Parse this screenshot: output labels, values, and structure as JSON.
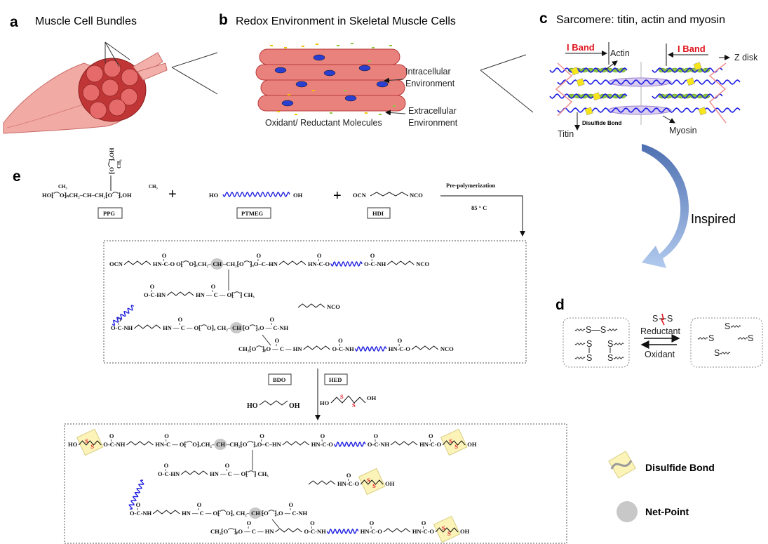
{
  "colors": {
    "muscle": "#e9827c",
    "muscle_dark": "#b83a3a",
    "titin": "#1a1ae6",
    "actin": "#8cc63f",
    "myosin": "#9b7fc8",
    "ptmeg": "#2020e0",
    "disulfide": "#e0141e",
    "disulfide_box": "#fbf3b8",
    "net_point": "#c8c8c8",
    "arrow": "#6d8fc8"
  },
  "panel_a": {
    "label": "a",
    "title": "Muscle Cell Bundles"
  },
  "panel_b": {
    "label": "b",
    "title": "Redox Environment in Skeletal Muscle Cells",
    "intracellular": [
      "Intracellular",
      "Environment"
    ],
    "extracellular": [
      "Extracellular",
      "Environment"
    ],
    "molecules": "Oxidant/ Reductant Molecules"
  },
  "panel_c": {
    "label": "c",
    "title": "Sarcomere: titin, actin and myosin",
    "i_band_left": "I Band",
    "i_band_right": "I Band",
    "actin": "Actin",
    "z_disk": "Z disk",
    "disulfide_bond": "Disulfide Bond",
    "titin": "Titin",
    "myosin": "Myosin"
  },
  "inspired": "Inspired",
  "panel_d": {
    "label": "d",
    "ss": "S",
    "ss2": "S",
    "reductant": "Reductant",
    "oxidant": "Oxidant",
    "left_box": [
      "S—S",
      "S",
      "S",
      "S",
      "S"
    ],
    "right_box": [
      "S",
      "S",
      "S",
      "S"
    ]
  },
  "panel_e": {
    "label": "e",
    "reactants": {
      "ppg_formula": "HO⁅⌒O⁆ₙCH₂–CH–CH₂⁅O⌒⁆ₓOH",
      "ppg_branch": "⁅O⌒⁆ₐOH",
      "ppg_branch_ch3": "CH₃",
      "ppg_ch3_left": "CH₃",
      "ppg_ch3_right": "CH₃",
      "plus": "+",
      "ptmeg_left": "HO",
      "ptmeg_right": "OH",
      "hdi_left": "OCN",
      "hdi_right": "NCO",
      "ppg_name": "PPG",
      "ptmeg_name": "PTMEG",
      "hdi_name": "HDI"
    },
    "condition": {
      "step": "Pre-polymerization",
      "temperature": "85 ° C"
    },
    "chain_extenders": {
      "bdo_name": "BDO",
      "hed_name": "HED",
      "bdo_left": "HO",
      "bdo_right": "OH",
      "hed_left": "HO",
      "hed_s1": "S",
      "hed_s2": "S",
      "hed_right": "OH"
    },
    "prepolymer": [
      [
        {
          "t": "OCN"
        },
        {
          "bond": "hexamethylene"
        },
        {
          "t": "HN-C-O"
        },
        {
          "t": " O⁅⌒O⁆ₓCH₂–"
        },
        {
          "t": "CH",
          "net": true
        },
        {
          "t": "–CH₂⁅O⌒⁆ₐO–C–HN"
        },
        {
          "bond": "hexamethylene"
        },
        {
          "t": "HN-C-O"
        },
        {
          "bond": "ptmeg"
        },
        {
          "t": "O-C-NH"
        },
        {
          "bond": "hexamethylene"
        },
        {
          "t": "NCO"
        }
      ],
      [
        {
          "t": "O-C-HN"
        },
        {
          "bond": "hexamethylene"
        },
        {
          "t": "HN — C — O⁅⌒⁆ CH₃"
        }
      ],
      [
        {
          "t": "O-C-NH"
        },
        {
          "bond": "hexamethylene"
        },
        {
          "t": "HN — C — O⁅⌒O⁆ₐ CH₂–"
        },
        {
          "t": "CH",
          "net": true
        },
        {
          "t": "⁅O⌒⁆ₓO — C-NH"
        }
      ],
      [
        {
          "bond": "hexamethylene"
        },
        {
          "t": "NCO"
        }
      ],
      [
        {
          "t": "CH₂⁅O⌒⁆ᵦO — C — HN"
        },
        {
          "bond": "hexamethylene"
        },
        {
          "t": "O-C-NH"
        },
        {
          "bond": "ptmeg"
        },
        {
          "t": "HN-C-O"
        },
        {
          "bond": "hexamethylene"
        },
        {
          "t": "NCO"
        }
      ]
    ],
    "polymer": [
      [
        {
          "t": "HO"
        },
        {
          "bond": "disulfide"
        },
        {
          "t": "O-C-NH"
        },
        {
          "bond": "hexamethylene"
        },
        {
          "t": "HN-C — O⁅⌒O⁆ₓCH₂–"
        },
        {
          "t": "CH",
          "net": true
        },
        {
          "t": "–CH₂⁅O⌒⁆ₐO–C–HN"
        },
        {
          "bond": "hexamethylene"
        },
        {
          "t": "HN-C-O"
        },
        {
          "bond": "ptmeg"
        },
        {
          "t": "O-C-NH"
        },
        {
          "bond": "hexamethylene"
        },
        {
          "t": "HN-C-O"
        },
        {
          "bond": "disulfide"
        },
        {
          "t": "OH"
        }
      ],
      [
        {
          "t": "O-C-HN"
        },
        {
          "bond": "hexamethylene"
        },
        {
          "t": "HN — C — O⁅⌒⁆ CH₃"
        }
      ],
      [
        {
          "bond": "hexamethylene"
        },
        {
          "t": "HN-C-O"
        },
        {
          "bond": "disulfide"
        },
        {
          "t": "OH"
        }
      ],
      [
        {
          "t": "O-C-NH"
        },
        {
          "bond": "hexamethylene"
        },
        {
          "t": "HN — C — O⁅⌒O⁆ₐ CH₂–"
        },
        {
          "t": "CH",
          "net": true
        },
        {
          "t": "⁅O⌒⁆ₓO — C-NH"
        }
      ],
      [
        {
          "t": "CH₂⁅O⌒⁆ᵦO — C — HN"
        },
        {
          "bond": "hexamethylene"
        },
        {
          "t": "O-C-NH"
        },
        {
          "bond": "ptmeg"
        },
        {
          "t": "HN-C-O"
        },
        {
          "bond": "hexamethylene"
        },
        {
          "t": "HN-C-O"
        },
        {
          "bond": "disulfide"
        },
        {
          "t": "OH"
        }
      ]
    ]
  },
  "legend": {
    "disulfide": "Disulfide Bond",
    "net_point": "Net-Point"
  }
}
